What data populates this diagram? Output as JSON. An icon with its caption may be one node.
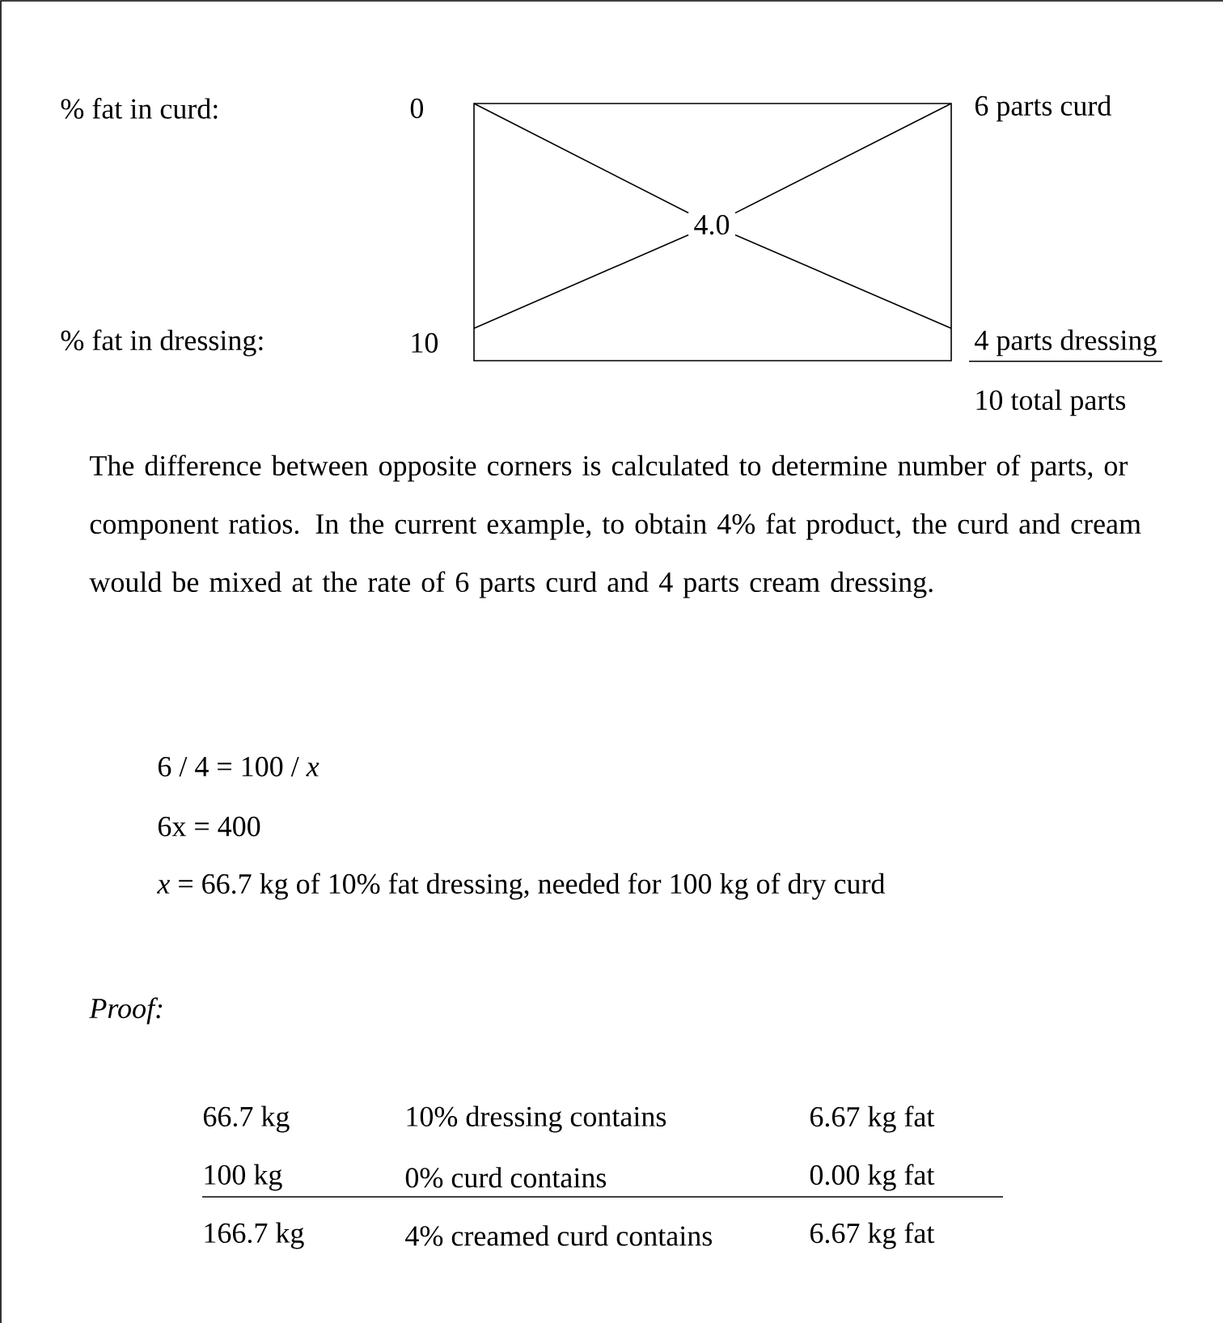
{
  "diagram": {
    "nodes": [
      {
        "text": [
          "0"
        ]
      },
      {
        "text": [
          "6 parts curd"
        ]
      },
      {
        "text": [
          "4.0"
        ]
      },
      {
        "text": [
          "10"
        ]
      },
      {
        "text": [
          "4 parts dressing"
        ]
      }
    ],
    "edges": [
      {
        "from": 0,
        "to": 2,
        "arrow": "none"
      },
      {
        "from": 2,
        "to": 4,
        "arrow": "none"
      },
      {
        "from": 3,
        "to": 2,
        "arrow": "none"
      },
      {
        "from": 2,
        "to": 1,
        "arrow": "none"
      }
    ],
    "labels": [
      "% fat in curd:",
      "% fat in dressing:",
      "10 total parts",
      "The difference between opposite corners is calculated to determine number of parts, or component ratios. In the current example, to obtain 4% fat product, the curd and cream would be mixed at the rate of 6 parts curd and 4 parts cream dressing.",
      "6 / 4 = 100 / *x*",
      "6x = 400",
      "*x* = 66.7 kg of 10% fat dressing, needed for 100 kg of dry curd",
      "Proof:",
      "66.7 kg",
      "10% dressing contains",
      "6.67 kg fat",
      "100 kg",
      "0% curd contains",
      "0.00 kg fat",
      "166.7 kg",
      "4% creamed curd contains",
      "6.67 kg fat"
    ]
  }
}
